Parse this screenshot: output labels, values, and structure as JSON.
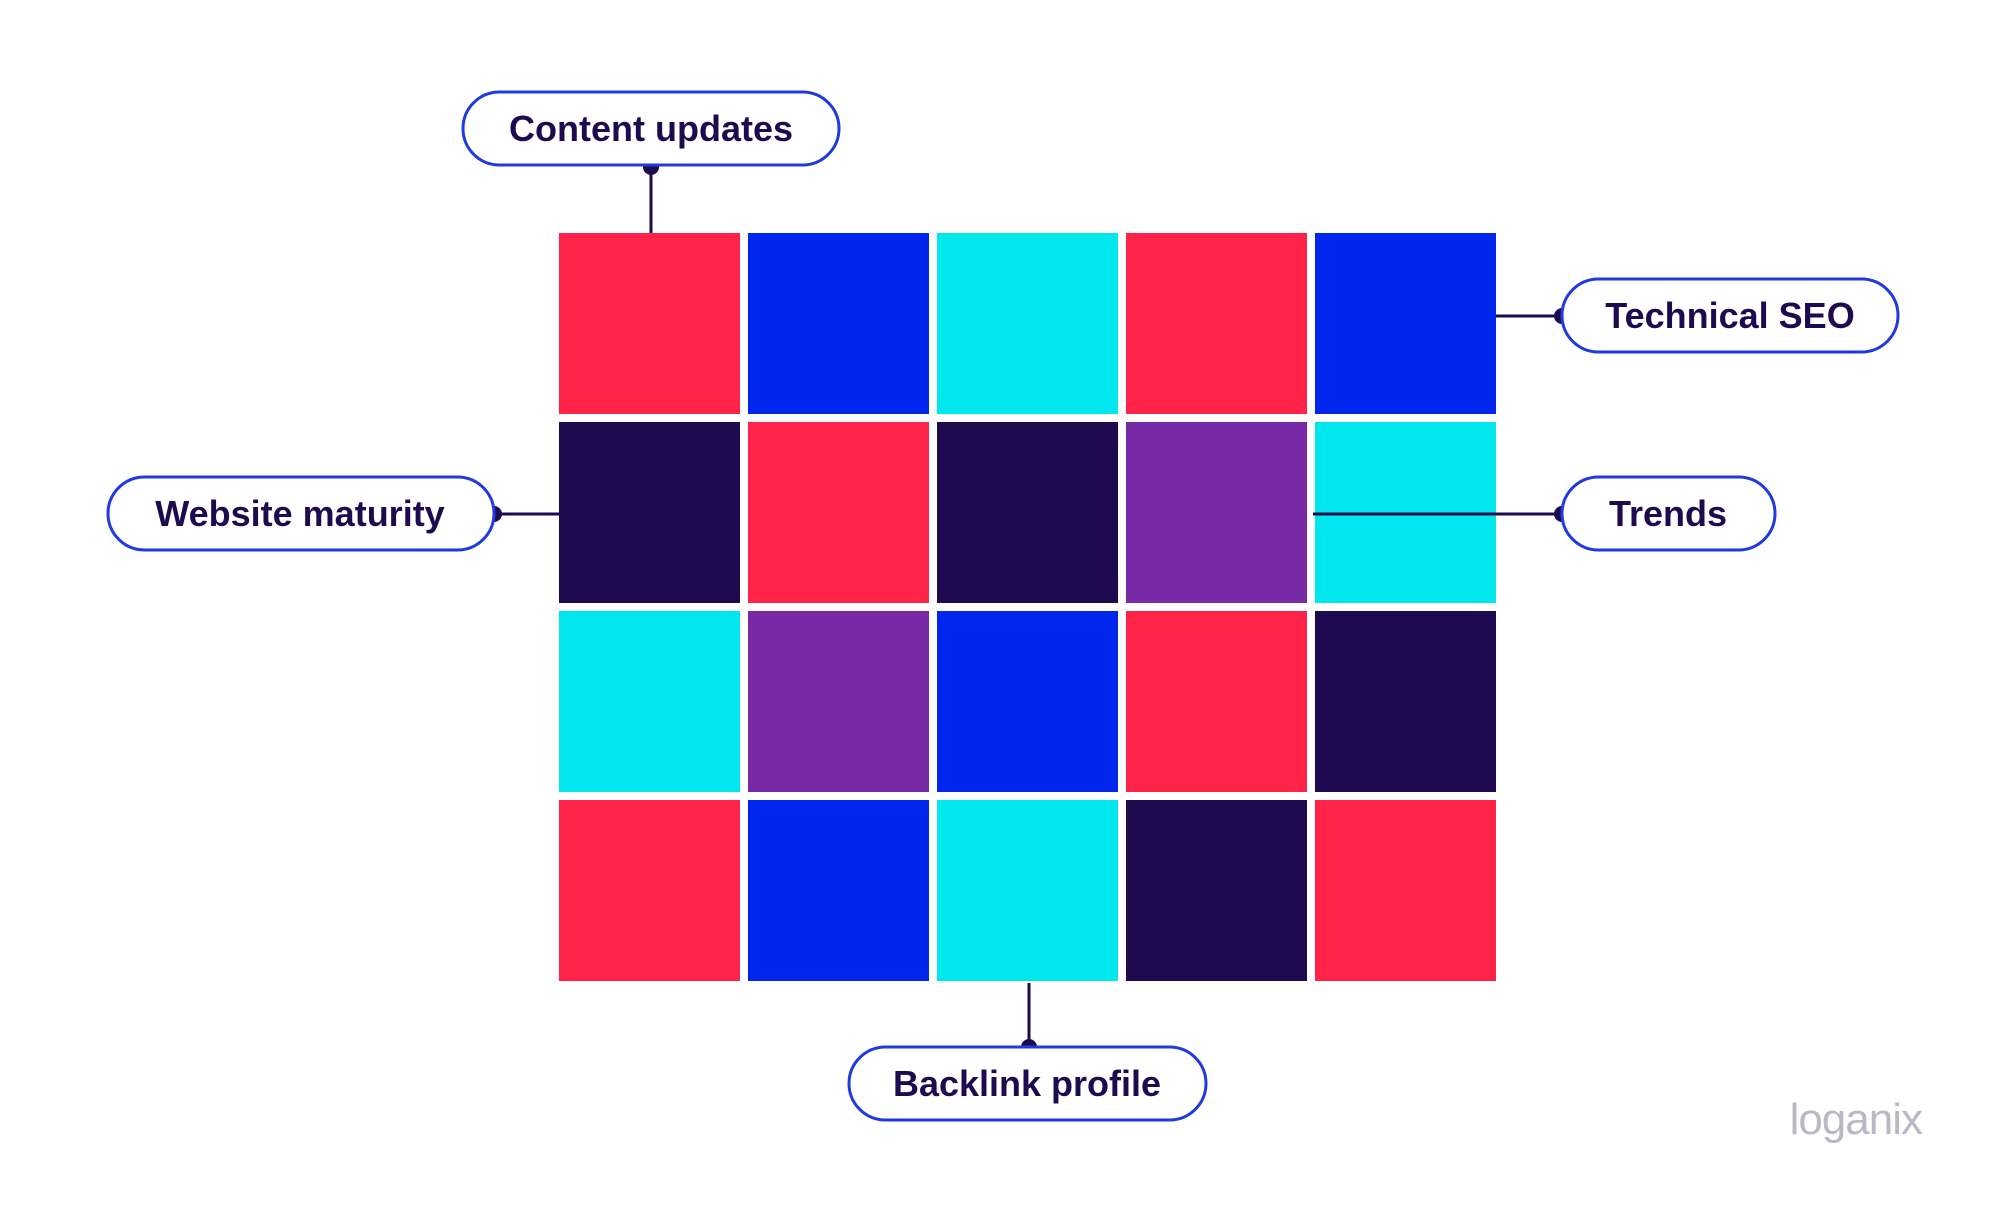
{
  "colors": {
    "red": "#ff2349",
    "blue": "#0026ee",
    "cyan": "#00e8ee",
    "navy": "#1f0a4f",
    "purple": "#782aa6",
    "outline": "#1f3ae0",
    "connector": "#1e0a4f",
    "text": "#1e0a4f",
    "brand": "#b9b9c6"
  },
  "grid": {
    "rows": [
      [
        "red",
        "blue",
        "cyan",
        "red",
        "blue"
      ],
      [
        "navy",
        "red",
        "navy",
        "purple",
        "cyan"
      ],
      [
        "cyan",
        "purple",
        "blue",
        "red",
        "navy"
      ],
      [
        "red",
        "blue",
        "cyan",
        "navy",
        "red"
      ]
    ]
  },
  "labels": {
    "content_updates": "Content updates",
    "technical_seo": "Technical SEO",
    "website_maturity": "Website maturity",
    "trends": "Trends",
    "backlink_profile": "Backlink profile"
  },
  "brand": {
    "logo_text": "loganix"
  }
}
